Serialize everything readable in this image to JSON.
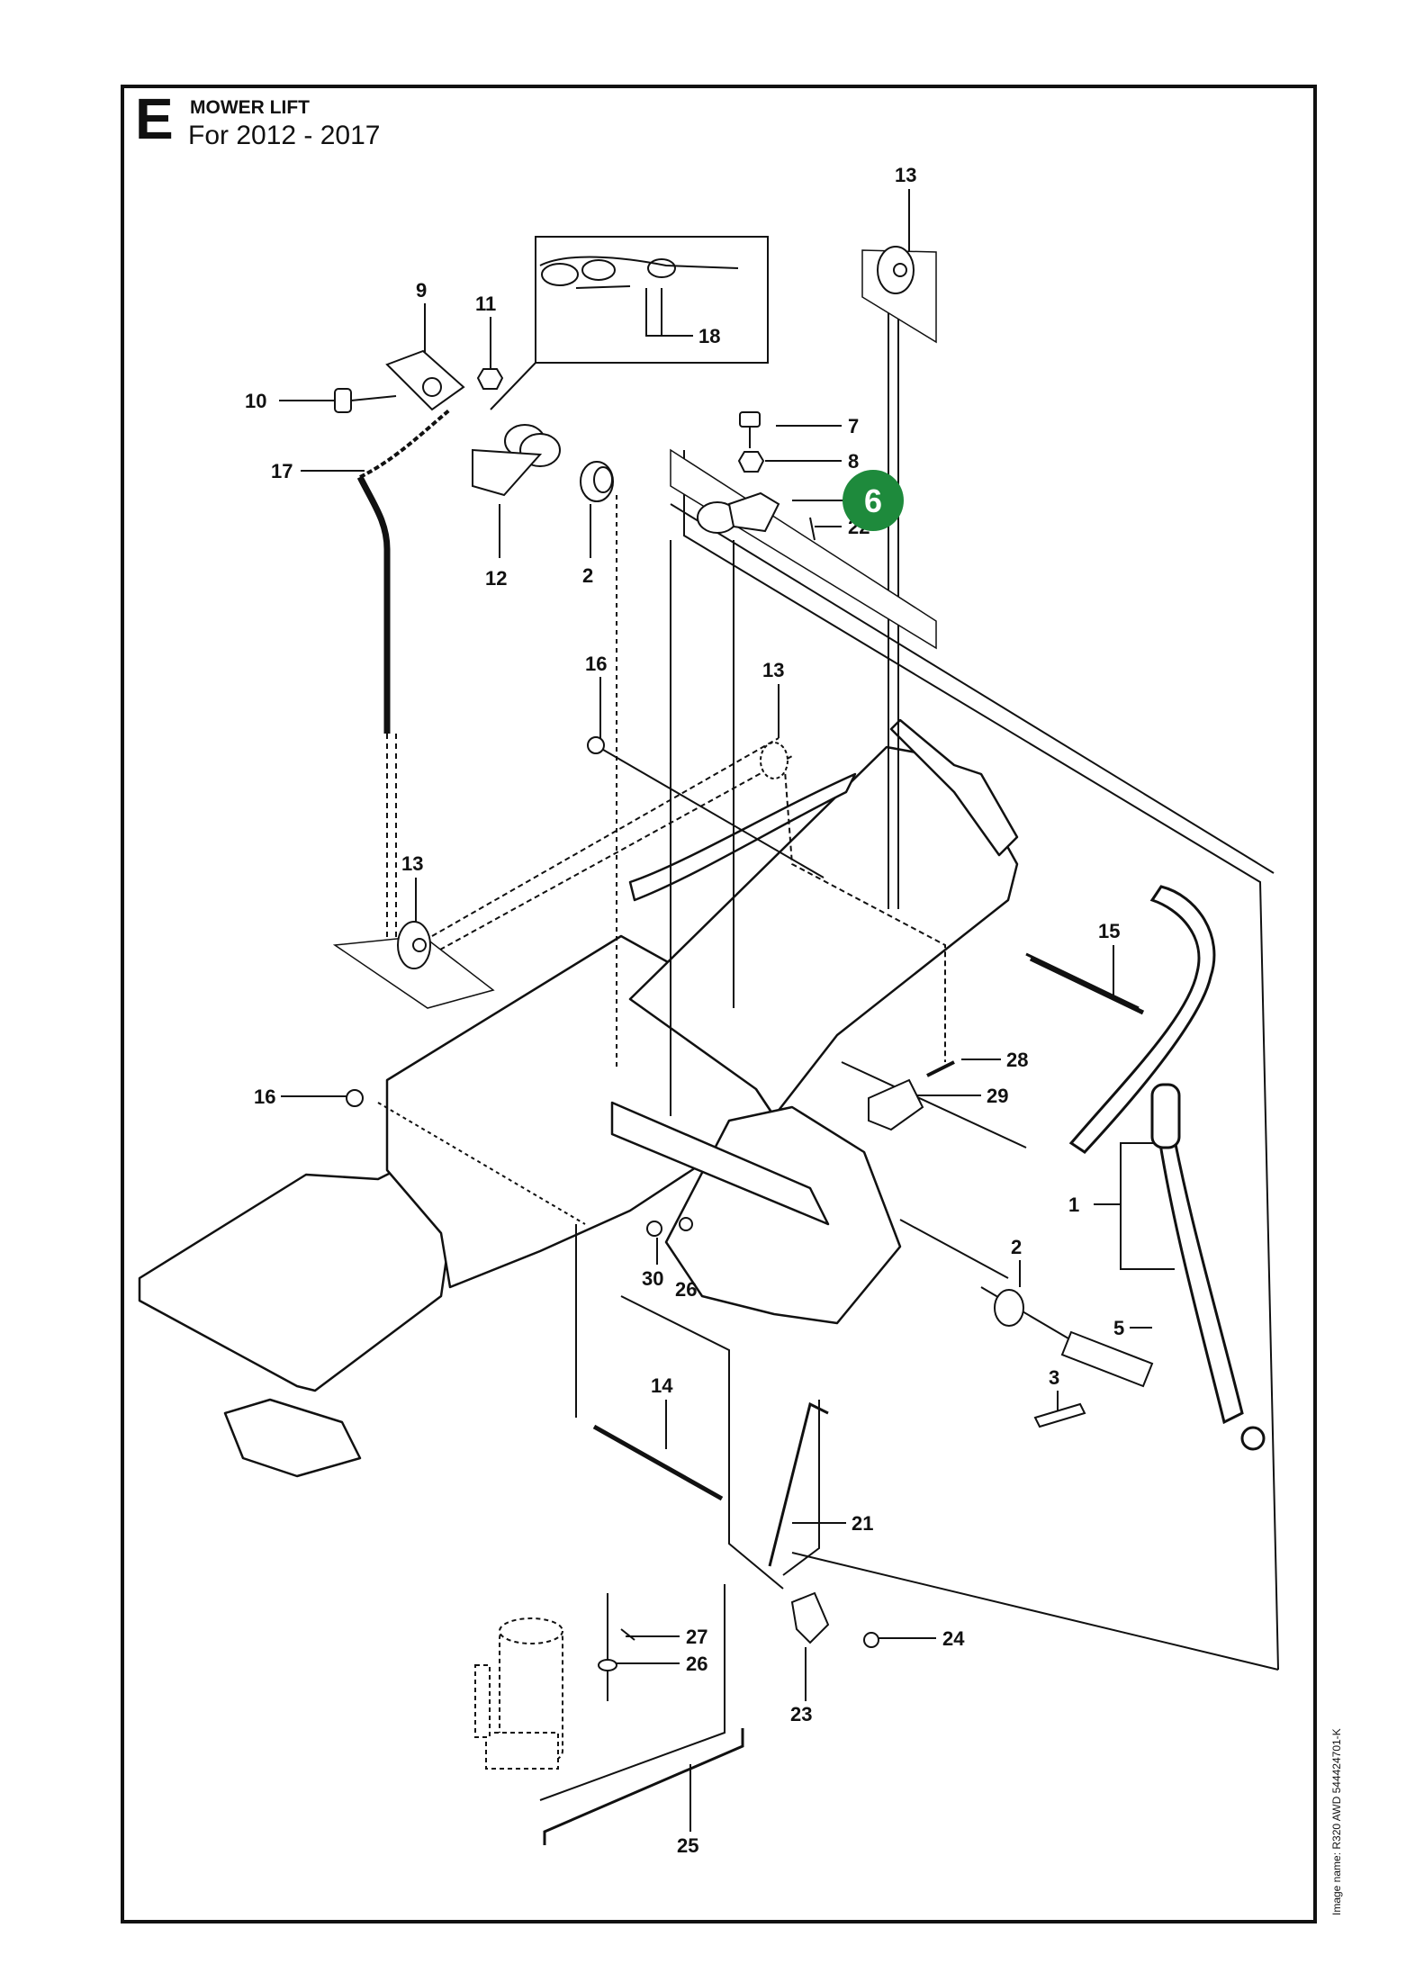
{
  "header": {
    "section_letter": "E",
    "title": "MOWER LIFT",
    "subtitle": "For 2012 - 2017"
  },
  "image_name": "Image name: R320 AWD 544424701-K",
  "highlight": {
    "label": "6",
    "color": "#1e8a3c"
  },
  "callouts": [
    "1",
    "2",
    "2",
    "3",
    "5",
    "7",
    "8",
    "9",
    "10",
    "11",
    "12",
    "13",
    "13",
    "13",
    "14",
    "15",
    "16",
    "16",
    "17",
    "18",
    "21",
    "22",
    "23",
    "24",
    "25",
    "26",
    "26",
    "27",
    "28",
    "29",
    "30"
  ],
  "colors": {
    "line": "#111111",
    "background": "#ffffff"
  }
}
